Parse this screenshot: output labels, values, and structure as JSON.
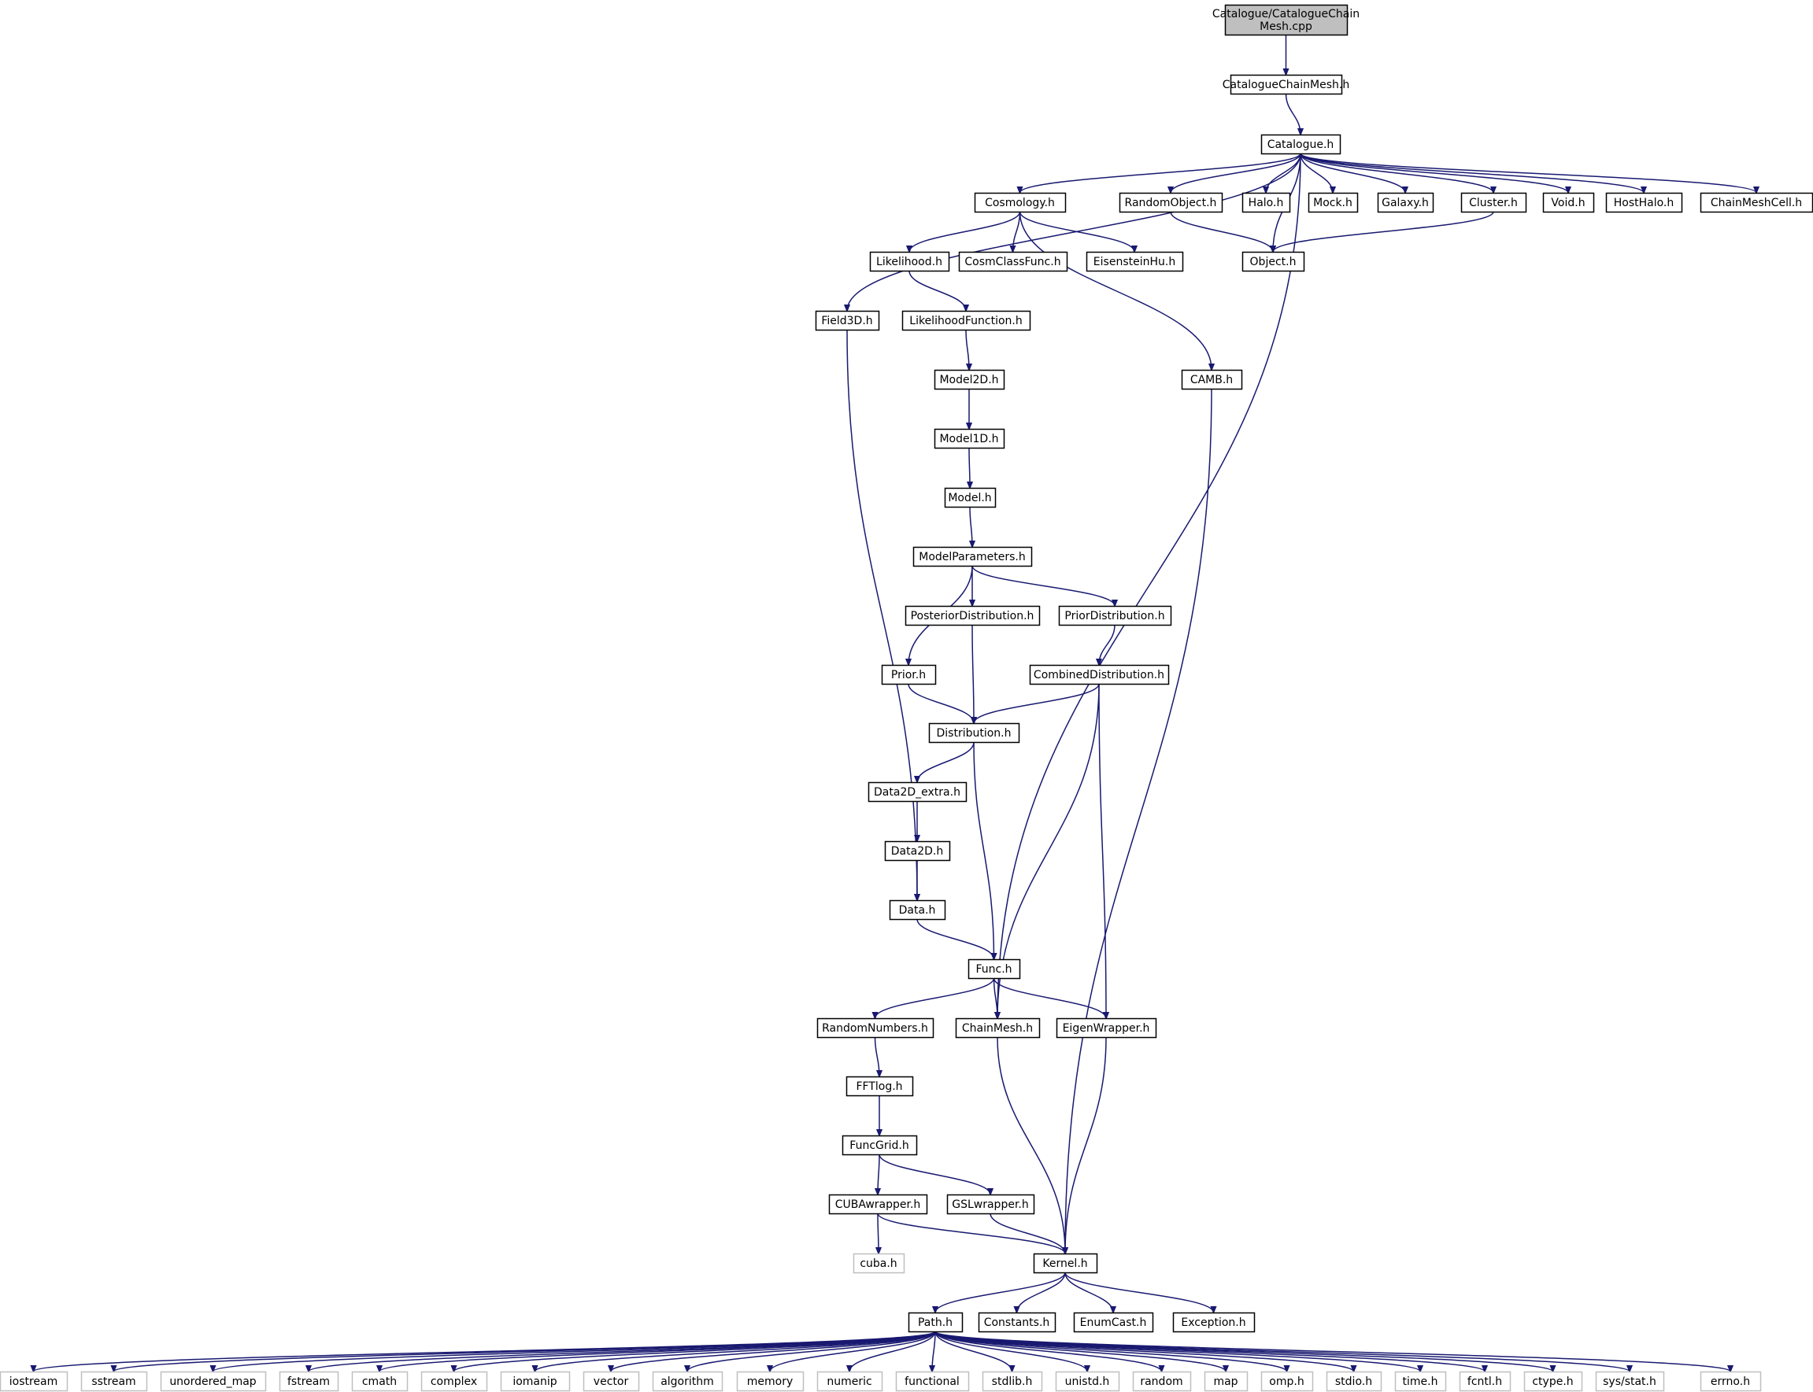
{
  "colors": {
    "edge": "#191970",
    "border": "#000000",
    "system_border": "#bfbfbf",
    "root_fill": "#bfbfbf",
    "background": "#ffffff"
  },
  "nodes": {
    "root": {
      "label": "Catalogue/CatalogueChain\nMesh.cpp",
      "kind": "root"
    },
    "ccm_h": {
      "label": "CatalogueChainMesh.h",
      "kind": "file"
    },
    "catalogue": {
      "label": "Catalogue.h",
      "kind": "file"
    },
    "cosmology": {
      "label": "Cosmology.h",
      "kind": "file"
    },
    "randomobject": {
      "label": "RandomObject.h",
      "kind": "file"
    },
    "halo": {
      "label": "Halo.h",
      "kind": "file"
    },
    "mock": {
      "label": "Mock.h",
      "kind": "file"
    },
    "galaxy": {
      "label": "Galaxy.h",
      "kind": "file"
    },
    "cluster": {
      "label": "Cluster.h",
      "kind": "file"
    },
    "void": {
      "label": "Void.h",
      "kind": "file"
    },
    "hosthalo": {
      "label": "HostHalo.h",
      "kind": "file"
    },
    "chainmeshcell": {
      "label": "ChainMeshCell.h",
      "kind": "file"
    },
    "likelihood": {
      "label": "Likelihood.h",
      "kind": "file"
    },
    "cosmclassfunc": {
      "label": "CosmClassFunc.h",
      "kind": "file"
    },
    "eisensteinhu": {
      "label": "EisensteinHu.h",
      "kind": "file"
    },
    "object": {
      "label": "Object.h",
      "kind": "file"
    },
    "field3d": {
      "label": "Field3D.h",
      "kind": "file"
    },
    "likelihoodfunction": {
      "label": "LikelihoodFunction.h",
      "kind": "file"
    },
    "model2d": {
      "label": "Model2D.h",
      "kind": "file"
    },
    "camb": {
      "label": "CAMB.h",
      "kind": "file"
    },
    "model1d": {
      "label": "Model1D.h",
      "kind": "file"
    },
    "model": {
      "label": "Model.h",
      "kind": "file"
    },
    "modelparameters": {
      "label": "ModelParameters.h",
      "kind": "file"
    },
    "posteriordist": {
      "label": "PosteriorDistribution.h",
      "kind": "file"
    },
    "priordist": {
      "label": "PriorDistribution.h",
      "kind": "file"
    },
    "prior": {
      "label": "Prior.h",
      "kind": "file"
    },
    "combineddist": {
      "label": "CombinedDistribution.h",
      "kind": "file"
    },
    "distribution": {
      "label": "Distribution.h",
      "kind": "file"
    },
    "data2d_extra": {
      "label": "Data2D_extra.h",
      "kind": "file"
    },
    "data2d": {
      "label": "Data2D.h",
      "kind": "file"
    },
    "data": {
      "label": "Data.h",
      "kind": "file"
    },
    "func": {
      "label": "Func.h",
      "kind": "file"
    },
    "randomnumbers": {
      "label": "RandomNumbers.h",
      "kind": "file"
    },
    "chainmesh": {
      "label": "ChainMesh.h",
      "kind": "file"
    },
    "eigenwrapper": {
      "label": "EigenWrapper.h",
      "kind": "file"
    },
    "fftlog": {
      "label": "FFTlog.h",
      "kind": "file"
    },
    "funcgrid": {
      "label": "FuncGrid.h",
      "kind": "file"
    },
    "cubawrapper": {
      "label": "CUBAwrapper.h",
      "kind": "file"
    },
    "gslwrapper": {
      "label": "GSLwrapper.h",
      "kind": "file"
    },
    "cuba": {
      "label": "cuba.h",
      "kind": "system"
    },
    "kernel": {
      "label": "Kernel.h",
      "kind": "file"
    },
    "path": {
      "label": "Path.h",
      "kind": "file"
    },
    "constants": {
      "label": "Constants.h",
      "kind": "file"
    },
    "enumcast": {
      "label": "EnumCast.h",
      "kind": "file"
    },
    "exception": {
      "label": "Exception.h",
      "kind": "file"
    },
    "iostream": {
      "label": "iostream",
      "kind": "system"
    },
    "sstream": {
      "label": "sstream",
      "kind": "system"
    },
    "unordered_map": {
      "label": "unordered_map",
      "kind": "system"
    },
    "fstream": {
      "label": "fstream",
      "kind": "system"
    },
    "cmath": {
      "label": "cmath",
      "kind": "system"
    },
    "complex": {
      "label": "complex",
      "kind": "system"
    },
    "iomanip": {
      "label": "iomanip",
      "kind": "system"
    },
    "vector": {
      "label": "vector",
      "kind": "system"
    },
    "algorithm": {
      "label": "algorithm",
      "kind": "system"
    },
    "memory": {
      "label": "memory",
      "kind": "system"
    },
    "numeric": {
      "label": "numeric",
      "kind": "system"
    },
    "functional": {
      "label": "functional",
      "kind": "system"
    },
    "stdlib": {
      "label": "stdlib.h",
      "kind": "system"
    },
    "unistd": {
      "label": "unistd.h",
      "kind": "system"
    },
    "random": {
      "label": "random",
      "kind": "system"
    },
    "map": {
      "label": "map",
      "kind": "system"
    },
    "omp": {
      "label": "omp.h",
      "kind": "system"
    },
    "stdio": {
      "label": "stdio.h",
      "kind": "system"
    },
    "time": {
      "label": "time.h",
      "kind": "system"
    },
    "fcntl": {
      "label": "fcntl.h",
      "kind": "system"
    },
    "ctype": {
      "label": "ctype.h",
      "kind": "system"
    },
    "sysstat": {
      "label": "sys/stat.h",
      "kind": "system"
    },
    "errno": {
      "label": "errno.h",
      "kind": "system"
    }
  },
  "edges": [
    [
      "root",
      "ccm_h"
    ],
    [
      "ccm_h",
      "catalogue"
    ],
    [
      "catalogue",
      "cosmology"
    ],
    [
      "catalogue",
      "randomobject"
    ],
    [
      "catalogue",
      "halo"
    ],
    [
      "catalogue",
      "mock"
    ],
    [
      "catalogue",
      "galaxy"
    ],
    [
      "catalogue",
      "cluster"
    ],
    [
      "catalogue",
      "void"
    ],
    [
      "catalogue",
      "hosthalo"
    ],
    [
      "catalogue",
      "chainmeshcell"
    ],
    [
      "catalogue",
      "object"
    ],
    [
      "catalogue",
      "field3d"
    ],
    [
      "catalogue",
      "chainmesh"
    ],
    [
      "cosmology",
      "likelihood"
    ],
    [
      "cosmology",
      "cosmclassfunc"
    ],
    [
      "cosmology",
      "eisensteinhu"
    ],
    [
      "cosmology",
      "camb"
    ],
    [
      "randomobject",
      "object"
    ],
    [
      "cluster",
      "object"
    ],
    [
      "likelihood",
      "likelihoodfunction"
    ],
    [
      "likelihoodfunction",
      "model2d"
    ],
    [
      "model2d",
      "model1d"
    ],
    [
      "model1d",
      "model"
    ],
    [
      "model",
      "modelparameters"
    ],
    [
      "modelparameters",
      "posteriordist"
    ],
    [
      "modelparameters",
      "priordist"
    ],
    [
      "modelparameters",
      "prior"
    ],
    [
      "priordist",
      "combineddist"
    ],
    [
      "prior",
      "distribution"
    ],
    [
      "posteriordist",
      "distribution"
    ],
    [
      "combineddist",
      "distribution"
    ],
    [
      "combineddist",
      "chainmesh"
    ],
    [
      "combineddist",
      "eigenwrapper"
    ],
    [
      "distribution",
      "data2d_extra"
    ],
    [
      "distribution",
      "func"
    ],
    [
      "data2d_extra",
      "data2d"
    ],
    [
      "data2d",
      "data"
    ],
    [
      "field3d",
      "data"
    ],
    [
      "data",
      "func"
    ],
    [
      "func",
      "randomnumbers"
    ],
    [
      "func",
      "chainmesh"
    ],
    [
      "func",
      "eigenwrapper"
    ],
    [
      "randomnumbers",
      "fftlog"
    ],
    [
      "fftlog",
      "funcgrid"
    ],
    [
      "funcgrid",
      "cubawrapper"
    ],
    [
      "funcgrid",
      "gslwrapper"
    ],
    [
      "cubawrapper",
      "cuba"
    ],
    [
      "cubawrapper",
      "kernel"
    ],
    [
      "gslwrapper",
      "kernel"
    ],
    [
      "chainmesh",
      "kernel"
    ],
    [
      "eigenwrapper",
      "kernel"
    ],
    [
      "camb",
      "kernel"
    ],
    [
      "kernel",
      "path"
    ],
    [
      "kernel",
      "constants"
    ],
    [
      "kernel",
      "enumcast"
    ],
    [
      "kernel",
      "exception"
    ],
    [
      "path",
      "iostream"
    ],
    [
      "path",
      "sstream"
    ],
    [
      "path",
      "unordered_map"
    ],
    [
      "path",
      "fstream"
    ],
    [
      "path",
      "cmath"
    ],
    [
      "path",
      "complex"
    ],
    [
      "path",
      "iomanip"
    ],
    [
      "path",
      "vector"
    ],
    [
      "path",
      "algorithm"
    ],
    [
      "path",
      "memory"
    ],
    [
      "path",
      "numeric"
    ],
    [
      "path",
      "functional"
    ],
    [
      "path",
      "stdlib"
    ],
    [
      "path",
      "unistd"
    ],
    [
      "path",
      "random"
    ],
    [
      "path",
      "map"
    ],
    [
      "path",
      "omp"
    ],
    [
      "path",
      "stdio"
    ],
    [
      "path",
      "time"
    ],
    [
      "path",
      "fcntl"
    ],
    [
      "path",
      "ctype"
    ],
    [
      "path",
      "sysstat"
    ],
    [
      "path",
      "errno"
    ]
  ]
}
